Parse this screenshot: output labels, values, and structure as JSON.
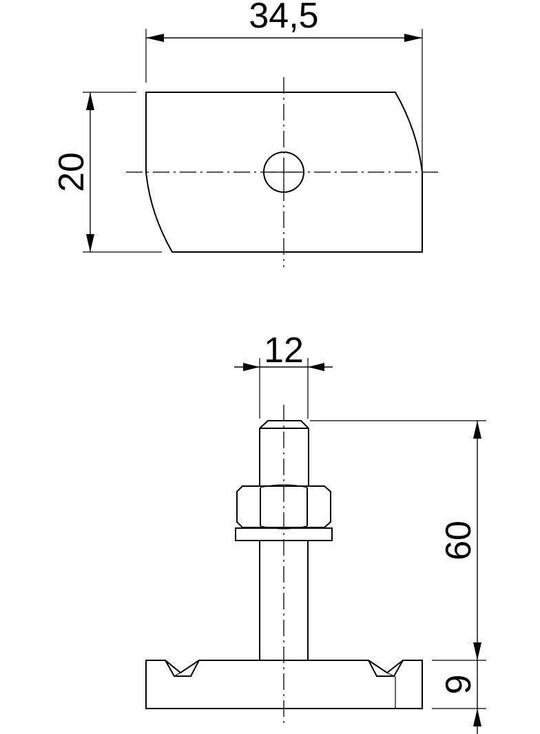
{
  "drawing": {
    "type": "technical-drawing",
    "subject": "channel nut with threaded stud, hex nut and washer",
    "line_color": "#000000",
    "background": "#ffffff",
    "top_view": {
      "width_dimension": "34,5",
      "height_dimension": "20",
      "features": [
        "rectangular plate with curved left and right edges",
        "center hole",
        "center lines"
      ]
    },
    "side_view": {
      "stud_diameter_dimension": "12",
      "stud_length_dimension": "60",
      "base_height_dimension": "9",
      "features": [
        "threaded stud with chamfered tip",
        "hex nut",
        "flat washer",
        "channel nut base with V-grooves",
        "vertical center line"
      ]
    }
  }
}
